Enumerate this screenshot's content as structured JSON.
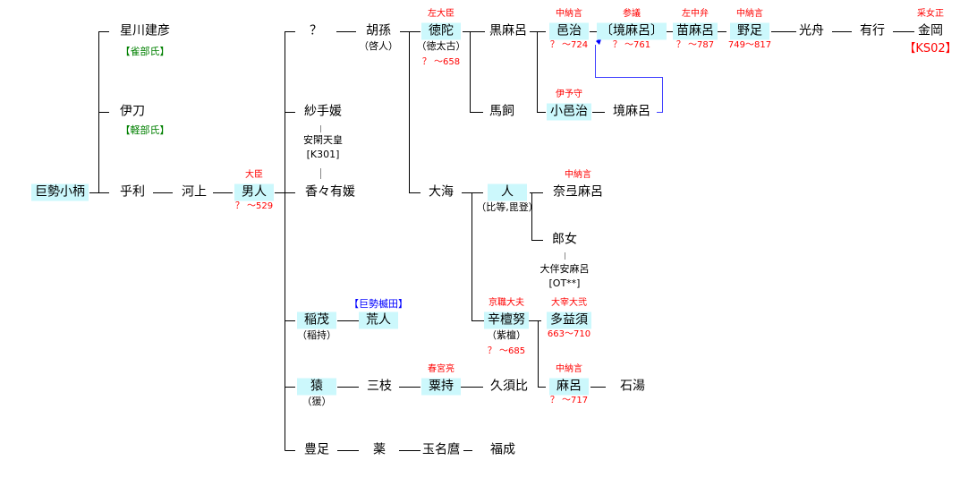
{
  "colors": {
    "highlight": "#ccf8fc",
    "title": "#ff0000",
    "clan_green": "#008000",
    "clan_blue": "#0000ff",
    "arrow": "#0000ff"
  },
  "nodes": [
    {
      "id": "ogara",
      "name": "巨勢小柄",
      "hl": true
    },
    {
      "id": "hoshikawa",
      "name": "星川建彦",
      "clan": "【雀部氏】",
      "clanColor": "g"
    },
    {
      "id": "ito",
      "name": "伊刀",
      "clan": "【軽部氏】",
      "clanColor": "g"
    },
    {
      "id": "hari",
      "name": "乎利"
    },
    {
      "id": "kawakami",
      "name": "河上"
    },
    {
      "id": "ohito",
      "name": "男人",
      "hl": true,
      "title": "大臣",
      "years": "？ ～529"
    },
    {
      "id": "unknown",
      "name": "？"
    },
    {
      "id": "koson",
      "name": "胡孫",
      "alias": "（啓人）"
    },
    {
      "id": "tokuda",
      "name": "徳陀",
      "hl": true,
      "title": "左大臣",
      "alias": "（徳太古）",
      "years": "？ ～658"
    },
    {
      "id": "kuromaro",
      "name": "黒麻呂"
    },
    {
      "id": "umakai",
      "name": "馬飼"
    },
    {
      "id": "ohji",
      "name": "邑治",
      "hl": true,
      "title": "中納言",
      "years": "？ ～724"
    },
    {
      "id": "sakaimaro",
      "name": "〔境麻呂〕",
      "hl": true,
      "title": "参議",
      "years": "？ ～761"
    },
    {
      "id": "naemaro",
      "name": "苗麻呂",
      "hl": true,
      "title": "左中弁",
      "years": "？ ～787"
    },
    {
      "id": "notari",
      "name": "野足",
      "hl": true,
      "title": "中納言",
      "years": "749～817"
    },
    {
      "id": "mitsufune",
      "name": "光舟"
    },
    {
      "id": "ariyuki",
      "name": "有行"
    },
    {
      "id": "kanaoka",
      "name": "金岡",
      "title": "采女正",
      "code": "【KS02】"
    },
    {
      "id": "koohji",
      "name": "小邑治",
      "hl": true,
      "title": "伊予守"
    },
    {
      "id": "sakaimaro2",
      "name": "境麻呂"
    },
    {
      "id": "sate",
      "name": "紗手媛",
      "spouse": "安閑天皇",
      "spouseCode": "[K301]"
    },
    {
      "id": "kaka",
      "name": "香々有媛"
    },
    {
      "id": "oumi",
      "name": "大海"
    },
    {
      "id": "hito",
      "name": "人",
      "hl": true,
      "alias": "（比等,毘登）"
    },
    {
      "id": "nademaro",
      "name": "奈弖麻呂",
      "title": "中納言"
    },
    {
      "id": "iratsume",
      "name": "郎女",
      "spouse": "大伴安麻呂",
      "spouseCode": "[OT**]"
    },
    {
      "id": "inamo",
      "name": "稲茂",
      "hl": true,
      "alias": "（稲持）"
    },
    {
      "id": "arahito",
      "name": "荒人",
      "hl": true,
      "clan": "【巨勢楲田】",
      "clanColor": "b"
    },
    {
      "id": "shitanu",
      "name": "辛檀努",
      "hl": true,
      "title": "京職大夫",
      "alias": "（紫檀）",
      "years": "？ ～685"
    },
    {
      "id": "tayasu",
      "name": "多益須",
      "hl": true,
      "title": "大宰大弐",
      "years": "663～710"
    },
    {
      "id": "saru",
      "name": "猿",
      "hl": true,
      "alias": "（猨）"
    },
    {
      "id": "mieda",
      "name": "三枝"
    },
    {
      "id": "kurumochi",
      "name": "粟持",
      "hl": true,
      "title": "春宮亮"
    },
    {
      "id": "kusuhi",
      "name": "久須比"
    },
    {
      "id": "maro",
      "name": "麻呂",
      "hl": true,
      "title": "中納言",
      "years": "？ ～717"
    },
    {
      "id": "iwayu",
      "name": "石湯"
    },
    {
      "id": "toyotari",
      "name": "豊足"
    },
    {
      "id": "kusuri",
      "name": "薬"
    },
    {
      "id": "tamanamaro",
      "name": "玉名麿"
    },
    {
      "id": "fukunari",
      "name": "福成"
    }
  ]
}
